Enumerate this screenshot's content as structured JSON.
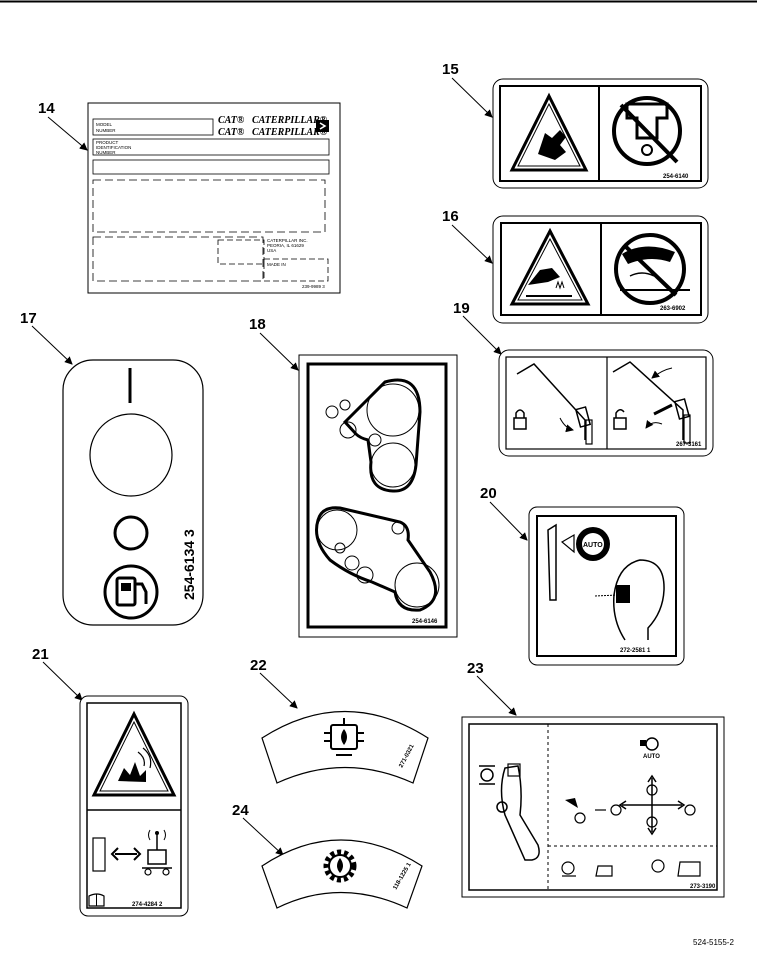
{
  "document_id": "524-5155-2",
  "callouts": [
    "14",
    "15",
    "16",
    "17",
    "18",
    "19",
    "20",
    "21",
    "22",
    "23",
    "24"
  ],
  "label14": {
    "model": "MODEL",
    "number": "NUMBER",
    "cat1": "CAT®",
    "cat2": "CAT®",
    "caterpillar1": "CATERPILLAR®",
    "caterpillar2": "CATERPILLAR®",
    "product_line1": "PRODUCT",
    "product_line2": "IDENTIFICATION",
    "product_line3": "NUMBER",
    "company_line1": "CATERPILLAR INC.",
    "company_line2": "PEORIA, IL 61629",
    "company_line3": "USA",
    "made_in": "MADE IN",
    "part_number": "239-9989 3"
  },
  "label15": {
    "part_number": "254-6140"
  },
  "label16": {
    "part_number": "263-6902"
  },
  "label17": {
    "part_number": "254-6134 3"
  },
  "label18": {
    "part_number": "254-6146"
  },
  "label19": {
    "part_number": "267-3161"
  },
  "label20": {
    "part_number": "272-2581 1",
    "auto": "AUTO"
  },
  "label21": {
    "part_number": "274-4284 2"
  },
  "label22": {
    "part_number": "271-0321"
  },
  "label23": {
    "part_number": "273-3190",
    "auto": "AUTO"
  },
  "label24": {
    "part_number": "118-1225 1"
  }
}
